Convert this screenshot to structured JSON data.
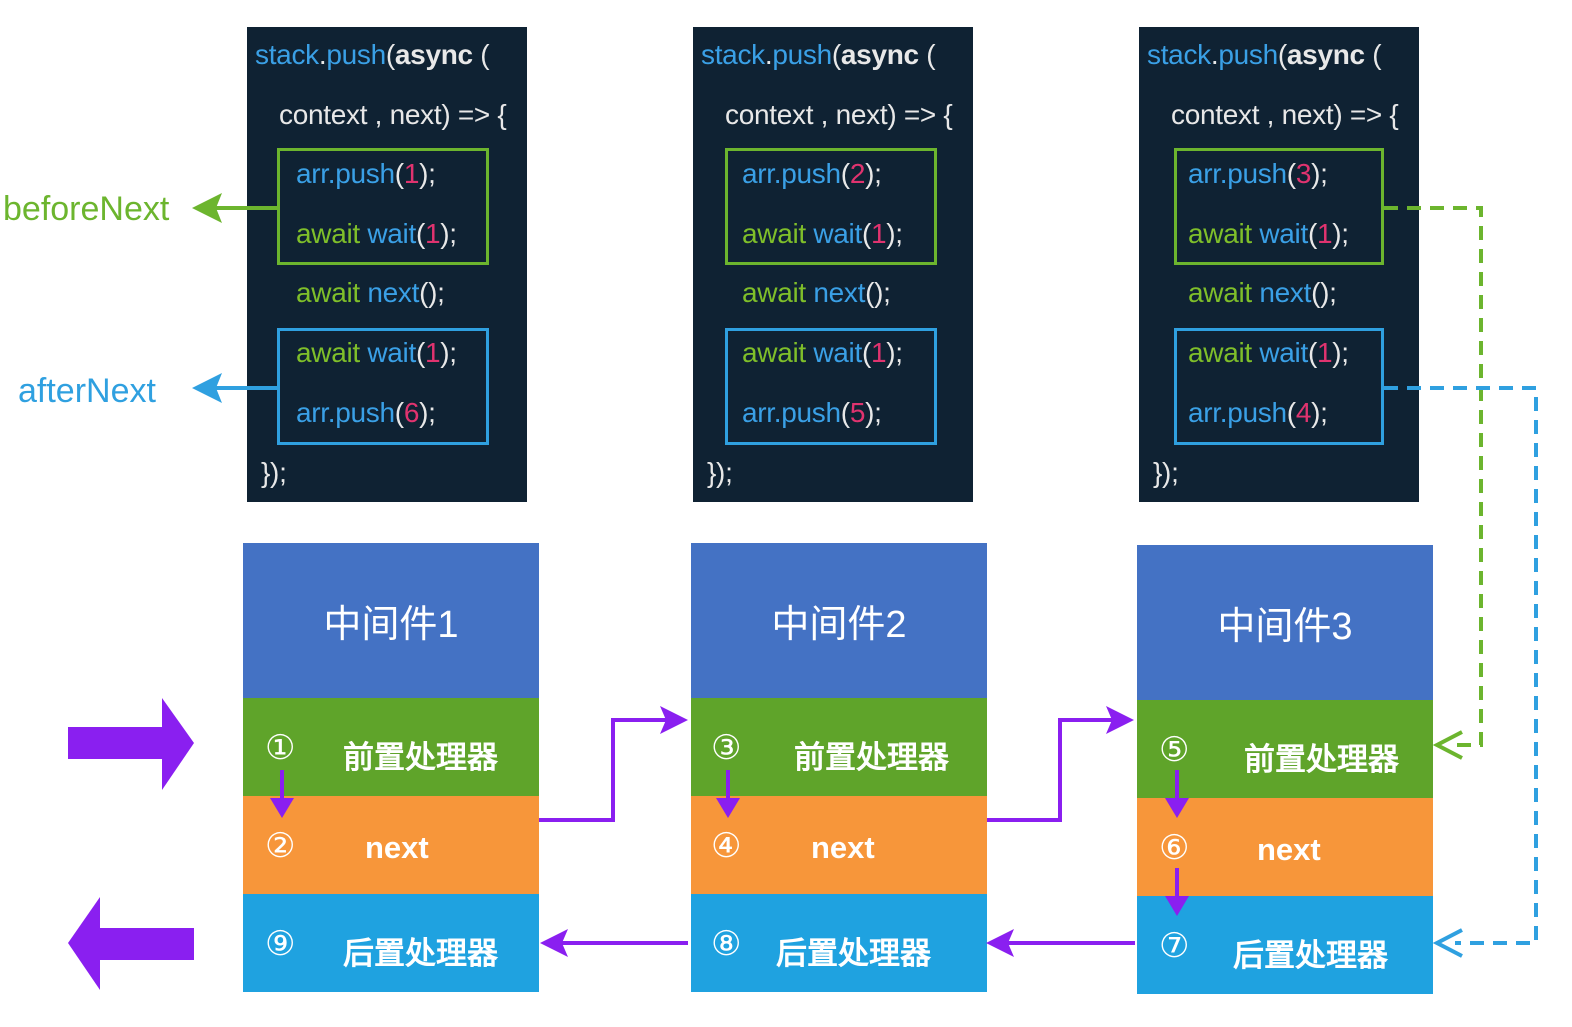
{
  "labels": {
    "before": "beforeNext",
    "after": "afterNext"
  },
  "colors": {
    "code_bg": "#0f2233",
    "green": "#6cb52e",
    "blue": "#2fa0e0",
    "purple": "#8a2be2",
    "header": "#4472c4",
    "pre": "#5fa42a",
    "next": "#f7963a",
    "post": "#1fa2e0"
  },
  "code_common": {
    "l1_a": "stack",
    "l1_b": ".",
    "l1_c": "push",
    "l1_d": "(",
    "l1_e": "async",
    "l1_f": " (",
    "l2": "context , next) => {",
    "await": "await ",
    "wait": "wait",
    "next_fn": "next",
    "arr": "arr",
    "push": ".push",
    "open": "(",
    "close": ");",
    "close_empty": "();",
    "one": "1",
    "end": "});"
  },
  "blocks": [
    {
      "first_push": "1",
      "last_push": "6"
    },
    {
      "first_push": "2",
      "last_push": "5"
    },
    {
      "first_push": "3",
      "last_push": "4"
    }
  ],
  "middlewares": [
    {
      "title": "中间件1",
      "pre_num": "①",
      "pre_label": "前置处理器",
      "next_num": "②",
      "next_label": "next",
      "post_num": "⑨",
      "post_label": "后置处理器"
    },
    {
      "title": "中间件2",
      "pre_num": "③",
      "pre_label": "前置处理器",
      "next_num": "④",
      "next_label": "next",
      "post_num": "⑧",
      "post_label": "后置处理器"
    },
    {
      "title": "中间件3",
      "pre_num": "⑤",
      "pre_label": "前置处理器",
      "next_num": "⑥",
      "next_label": "next",
      "post_num": "⑦",
      "post_label": "后置处理器"
    }
  ]
}
